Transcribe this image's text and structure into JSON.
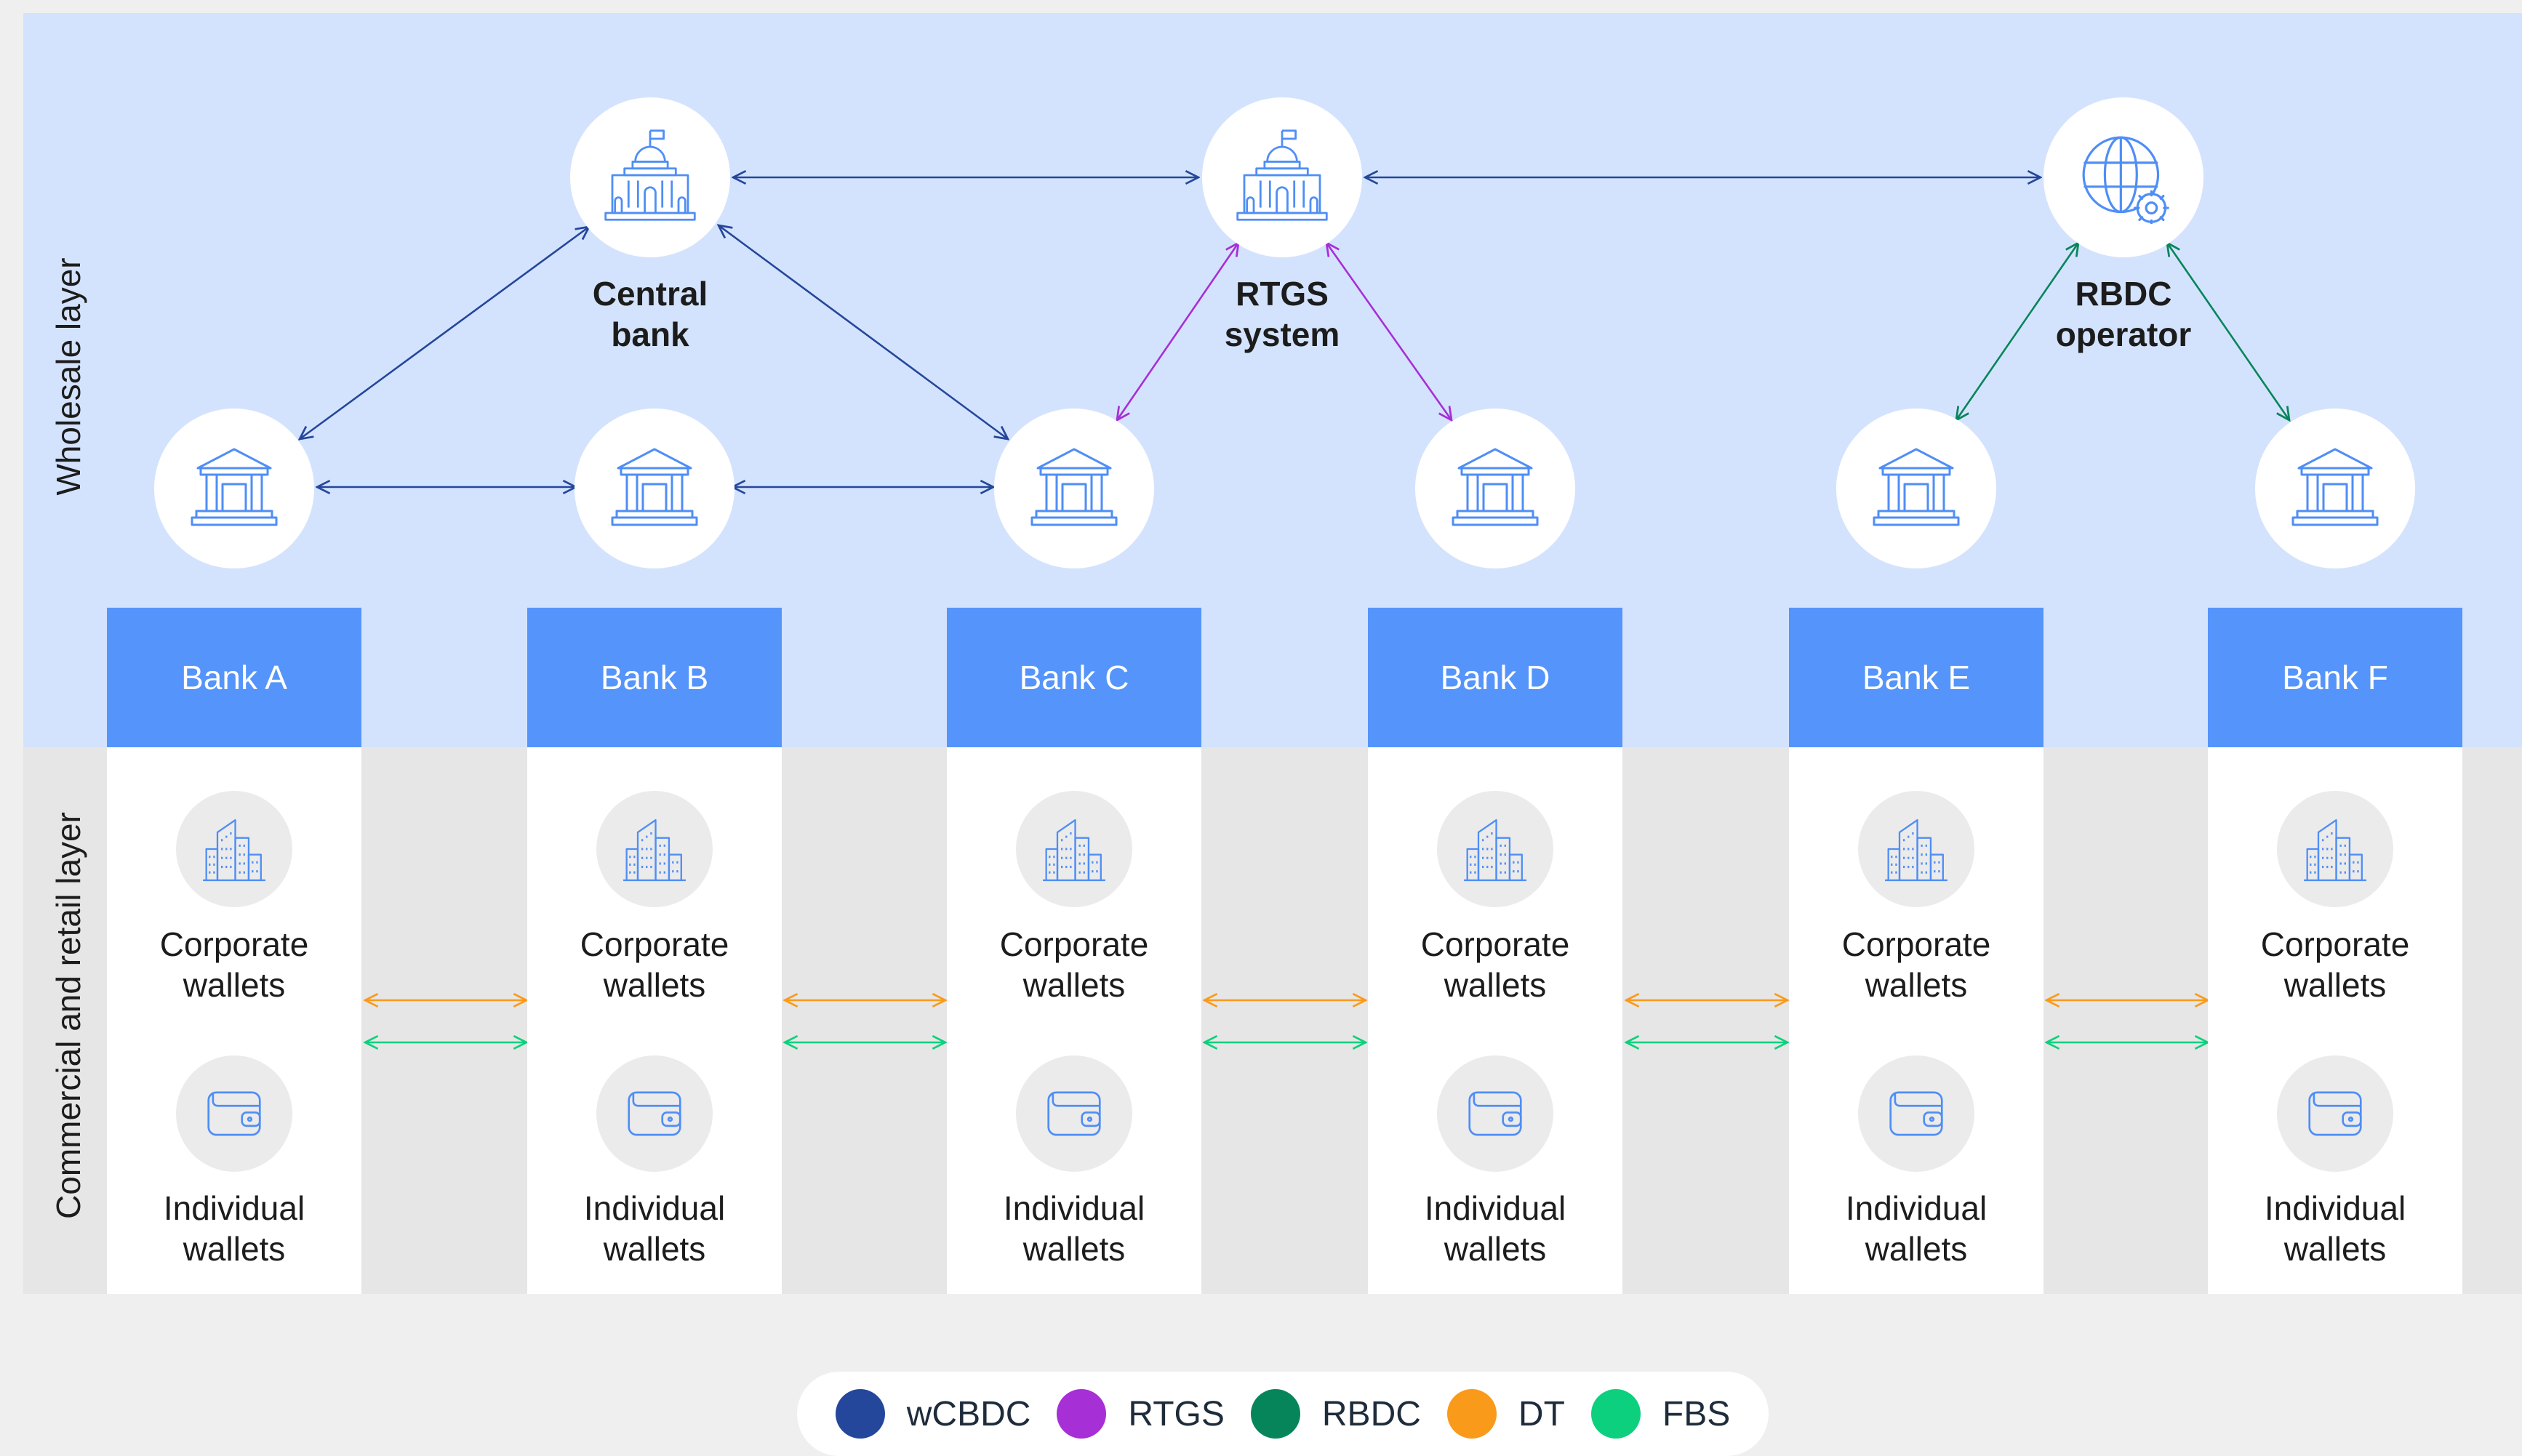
{
  "layers": {
    "wholesale_label": "Wholesale layer",
    "retail_label": "Commercial and retail layer"
  },
  "nodes": {
    "central_bank": {
      "line1": "Central",
      "line2": "bank",
      "icon": "government-building-icon"
    },
    "rtgs": {
      "line1": "RTGS",
      "line2": "system",
      "icon": "government-building-icon"
    },
    "rbdc": {
      "line1": "RBDC",
      "line2": "operator",
      "icon": "globe-gear-icon"
    }
  },
  "banks": [
    {
      "name": "Bank A",
      "corporate_l1": "Corporate",
      "corporate_l2": "wallets",
      "individual_l1": "Individual",
      "individual_l2": "wallets"
    },
    {
      "name": "Bank B",
      "corporate_l1": "Corporate",
      "corporate_l2": "wallets",
      "individual_l1": "Individual",
      "individual_l2": "wallets"
    },
    {
      "name": "Bank C",
      "corporate_l1": "Corporate",
      "corporate_l2": "wallets",
      "individual_l1": "Individual",
      "individual_l2": "wallets"
    },
    {
      "name": "Bank D",
      "corporate_l1": "Corporate",
      "corporate_l2": "wallets",
      "individual_l1": "Individual",
      "individual_l2": "wallets"
    },
    {
      "name": "Bank E",
      "corporate_l1": "Corporate",
      "corporate_l2": "wallets",
      "individual_l1": "Individual",
      "individual_l2": "wallets"
    },
    {
      "name": "Bank F",
      "corporate_l1": "Corporate",
      "corporate_l2": "wallets",
      "individual_l1": "Individual",
      "individual_l2": "wallets"
    }
  ],
  "legend": [
    {
      "label": "wCBDC",
      "color": "#24479b"
    },
    {
      "label": "RTGS",
      "color": "#a62fd6"
    },
    {
      "label": "RBDC",
      "color": "#07855a"
    },
    {
      "label": "DT",
      "color": "#fa9a1a"
    },
    {
      "label": "FBS",
      "color": "#0dd07e"
    }
  ],
  "colors": {
    "wholesale_bg": "#d4e3fd",
    "bank_header": "#5594fa",
    "icon_stroke": "#4f8ef5",
    "wcbdc": "#24479b",
    "rtgs": "#a62fd6",
    "rbdc": "#07855a",
    "dt": "#fa9a1a",
    "fbs": "#0dd07e"
  }
}
